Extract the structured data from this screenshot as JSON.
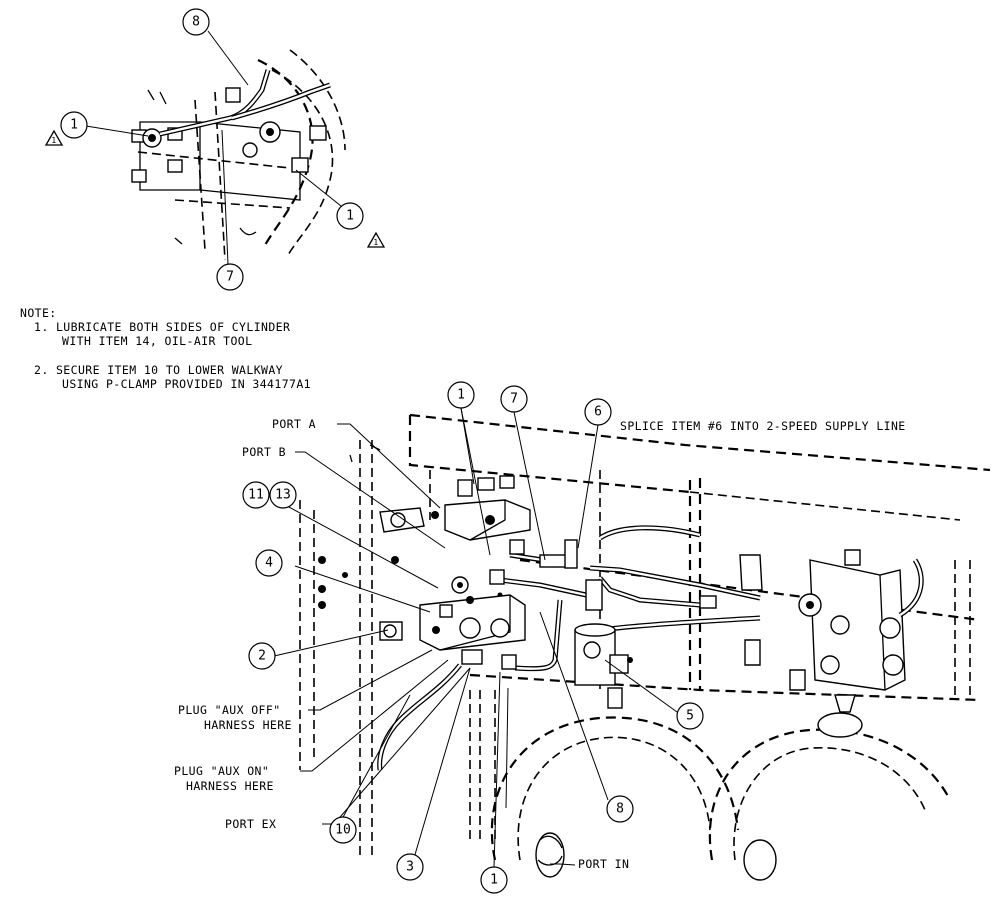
{
  "balloons": {
    "top_8": "8",
    "top_1_left": "1",
    "top_1_right": "1",
    "top_7": "7",
    "main_1_top": "1",
    "main_7_top": "7",
    "main_6": "6",
    "main_11": "11",
    "main_13": "13",
    "main_4": "4",
    "main_2": "2",
    "main_5": "5",
    "main_8": "8",
    "main_10": "10",
    "main_3": "3",
    "main_1_bottom": "1"
  },
  "notes": {
    "heading": "NOTE:",
    "line1": "1. LUBRICATE BOTH SIDES OF CYLINDER",
    "line2": "WITH ITEM 14, OIL-AIR TOOL",
    "line3": "2. SECURE ITEM 10 TO LOWER WALKWAY",
    "line4": "USING P-CLAMP PROVIDED IN 344177A1"
  },
  "labels": {
    "port_a": "PORT A",
    "port_b": "PORT B",
    "splice": "SPLICE ITEM #6 INTO 2-SPEED SUPPLY LINE",
    "plug_aux_off_1": "PLUG \"AUX OFF\"",
    "plug_aux_off_2": "HARNESS HERE",
    "plug_aux_on_1": "PLUG \"AUX ON\"",
    "plug_aux_on_2": "HARNESS HERE",
    "port_ex": "PORT EX",
    "port_in": "PORT IN"
  },
  "warning_symbol": "warning-triangle-icon"
}
